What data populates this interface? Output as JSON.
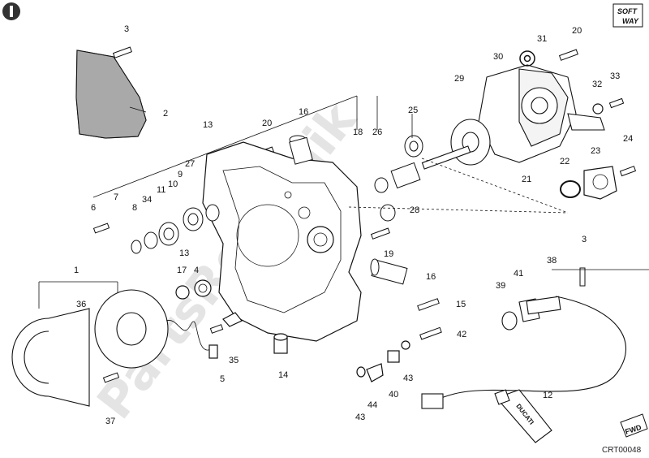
{
  "watermark": "PartsRepublik",
  "catalog_code": "CRT00048",
  "badges": {
    "softway_top": "SOFT",
    "softway_bottom": "WAY",
    "fwd": "FWD"
  },
  "tube_label": "DUCATI",
  "callouts": [
    "1",
    "2",
    "3",
    "3",
    "4",
    "5",
    "6",
    "7",
    "8",
    "9",
    "10",
    "11",
    "12",
    "13",
    "13",
    "14",
    "15",
    "16",
    "16",
    "17",
    "18",
    "19",
    "20",
    "20",
    "21",
    "22",
    "23",
    "24",
    "25",
    "26",
    "27",
    "28",
    "29",
    "30",
    "31",
    "32",
    "33",
    "34",
    "35",
    "36",
    "37",
    "38",
    "39",
    "40",
    "41",
    "42",
    "43",
    "43",
    "44"
  ]
}
